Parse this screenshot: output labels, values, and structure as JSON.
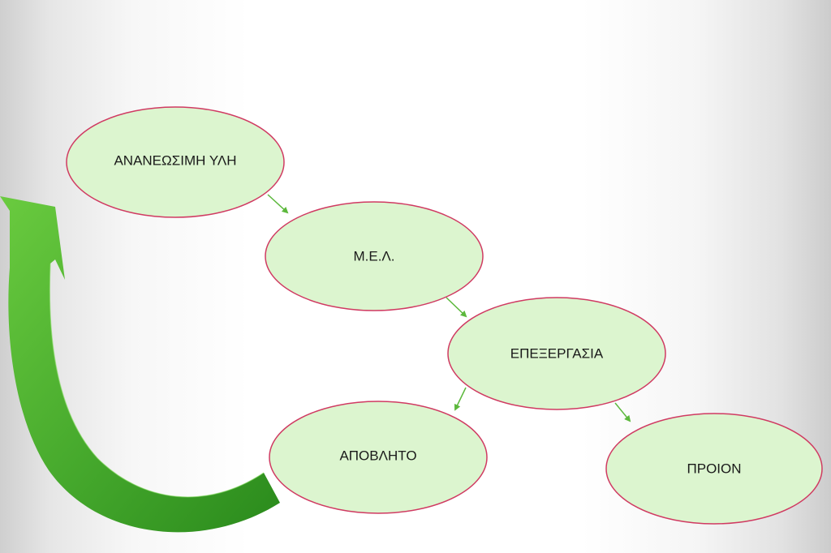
{
  "diagram": {
    "nodes": {
      "renewable_material": "ΑΝΑΝΕΩΣΙΜΗ ΥΛΗ",
      "mel": "Μ.Ε.Λ.",
      "processing": "ΕΠΕΞΕΡΓΑΣΙΑ",
      "waste": "ΑΠΟΒΛΗΤΟ",
      "product": "ΠΡΟΙΟΝ"
    },
    "colors": {
      "node_fill": "#dcf5cf",
      "node_border": "#d03a62",
      "connector": "#5cb83c",
      "cycle_arrow_light": "#5cc23a",
      "cycle_arrow_dark": "#2e8c1e"
    }
  }
}
